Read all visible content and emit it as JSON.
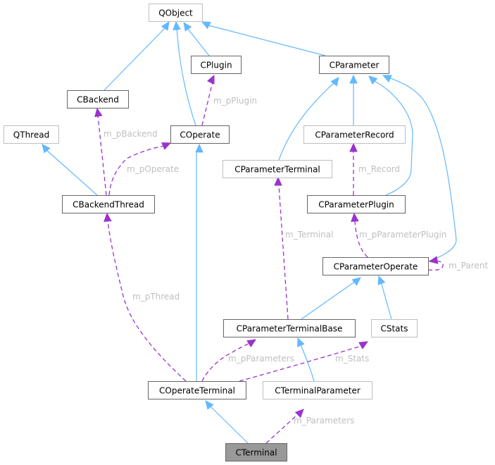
{
  "diagram": {
    "type": "collaboration-graph",
    "colors": {
      "inheritance_edge": "#63b8ff",
      "usage_edge": "#9a32cd",
      "edge_label": "#bfbfbf",
      "documented_border": "#666666",
      "external_border": "#bfbfbf",
      "focus_fill": "#999999"
    },
    "nodes": {
      "qobject": {
        "label": "QObject",
        "kind": "external"
      },
      "cplugin": {
        "label": "CPlugin",
        "kind": "documented"
      },
      "cparameter": {
        "label": "CParameter",
        "kind": "documented"
      },
      "cbackend": {
        "label": "CBackend",
        "kind": "documented"
      },
      "qthread": {
        "label": "QThread",
        "kind": "external"
      },
      "coperate": {
        "label": "COperate",
        "kind": "documented"
      },
      "cparameterrecord": {
        "label": "CParameterRecord",
        "kind": "external"
      },
      "cparameterterminal": {
        "label": "CParameterTerminal",
        "kind": "external"
      },
      "cbackendthread": {
        "label": "CBackendThread",
        "kind": "documented"
      },
      "cparameterplugin": {
        "label": "CParameterPlugin",
        "kind": "documented"
      },
      "cparameteroperate": {
        "label": "CParameterOperate",
        "kind": "documented"
      },
      "cparameterterminalbase": {
        "label": "CParameterTerminalBase",
        "kind": "documented"
      },
      "cstats": {
        "label": "CStats",
        "kind": "external"
      },
      "coperateterminal": {
        "label": "COperateTerminal",
        "kind": "documented"
      },
      "cterminalparameter": {
        "label": "CTerminalParameter",
        "kind": "external"
      },
      "cterminal": {
        "label": "CTerminal",
        "kind": "focus"
      }
    },
    "edges": [
      {
        "from": "cbackend",
        "to": "qobject",
        "type": "inheritance"
      },
      {
        "from": "coperate",
        "to": "qobject",
        "type": "inheritance"
      },
      {
        "from": "cplugin",
        "to": "qobject",
        "type": "inheritance"
      },
      {
        "from": "cparameter",
        "to": "qobject",
        "type": "inheritance"
      },
      {
        "from": "cbackendthread",
        "to": "qthread",
        "type": "inheritance"
      },
      {
        "from": "cparameterterminal",
        "to": "cparameter",
        "type": "inheritance"
      },
      {
        "from": "cparameterrecord",
        "to": "cparameter",
        "type": "inheritance"
      },
      {
        "from": "cparameterplugin",
        "to": "cparameter",
        "type": "inheritance"
      },
      {
        "from": "cparameteroperate",
        "to": "cparameter",
        "type": "inheritance"
      },
      {
        "from": "cparameterterminalbase",
        "to": "cparameteroperate",
        "type": "inheritance"
      },
      {
        "from": "cstats",
        "to": "cparameteroperate",
        "type": "inheritance"
      },
      {
        "from": "coperateterminal",
        "to": "coperate",
        "type": "inheritance"
      },
      {
        "from": "cterminalparameter",
        "to": "cparameterterminalbase",
        "type": "inheritance"
      },
      {
        "from": "cterminal",
        "to": "coperateterminal",
        "type": "inheritance"
      },
      {
        "from": "coperate",
        "to": "cplugin",
        "type": "usage",
        "label": "m_pPlugin"
      },
      {
        "from": "cbackendthread",
        "to": "cbackend",
        "type": "usage",
        "label": "m_pBackend"
      },
      {
        "from": "cbackendthread",
        "to": "coperate",
        "type": "usage",
        "label": "m_pOperate"
      },
      {
        "from": "cparameterplugin",
        "to": "cparameterrecord",
        "type": "usage",
        "label": "m_Record"
      },
      {
        "from": "cparameteroperate",
        "to": "cparameterplugin",
        "type": "usage",
        "label": "m_pParameterPlugin"
      },
      {
        "from": "cparameteroperate",
        "to": "cparameteroperate",
        "type": "usage",
        "label": "m_Parent"
      },
      {
        "from": "cparameterterminalbase",
        "to": "cparameterterminal",
        "type": "usage",
        "label": "m_Terminal"
      },
      {
        "from": "coperateterminal",
        "to": "cbackendthread",
        "type": "usage",
        "label": "m_pThread"
      },
      {
        "from": "coperateterminal",
        "to": "cparameterterminalbase",
        "type": "usage",
        "label": "m_pParameters"
      },
      {
        "from": "coperateterminal",
        "to": "cstats",
        "type": "usage",
        "label": "m_Stats"
      },
      {
        "from": "cterminal",
        "to": "cterminalparameter",
        "type": "usage",
        "label": "m_Parameters"
      }
    ]
  }
}
